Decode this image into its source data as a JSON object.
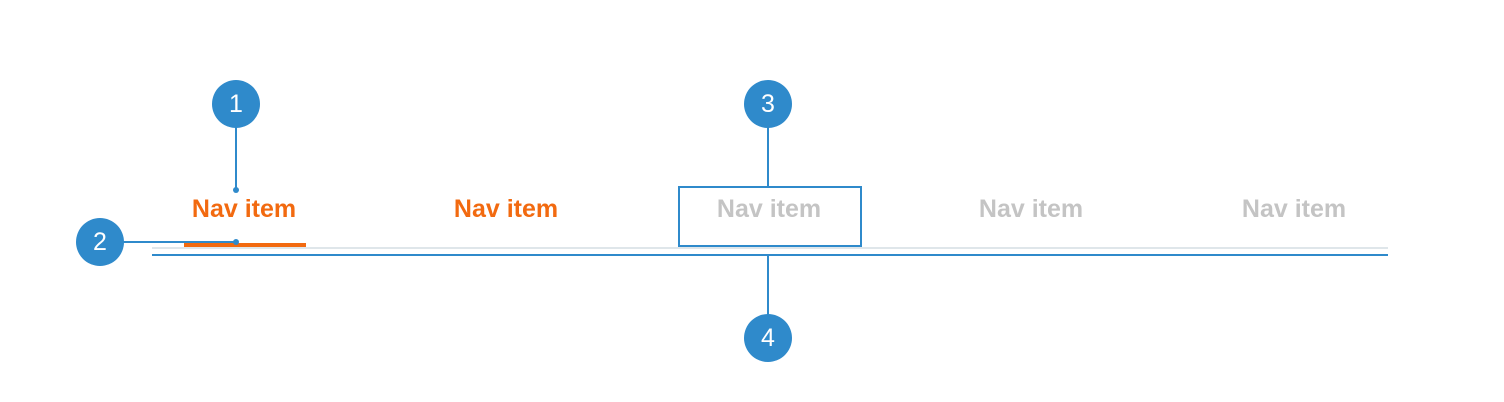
{
  "nav": {
    "items": [
      {
        "label": "Nav item",
        "state": "active"
      },
      {
        "label": "Nav item",
        "state": "hover"
      },
      {
        "label": "Nav item",
        "state": "inactive"
      },
      {
        "label": "Nav item",
        "state": "inactive"
      },
      {
        "label": "Nav item",
        "state": "inactive"
      }
    ]
  },
  "callouts": [
    "1",
    "2",
    "3",
    "4"
  ],
  "colors": {
    "accent": "#f26a10",
    "annotation": "#2f8acb",
    "inactive_text": "#c4c4c4",
    "baseline_light": "#dfe6ea"
  }
}
